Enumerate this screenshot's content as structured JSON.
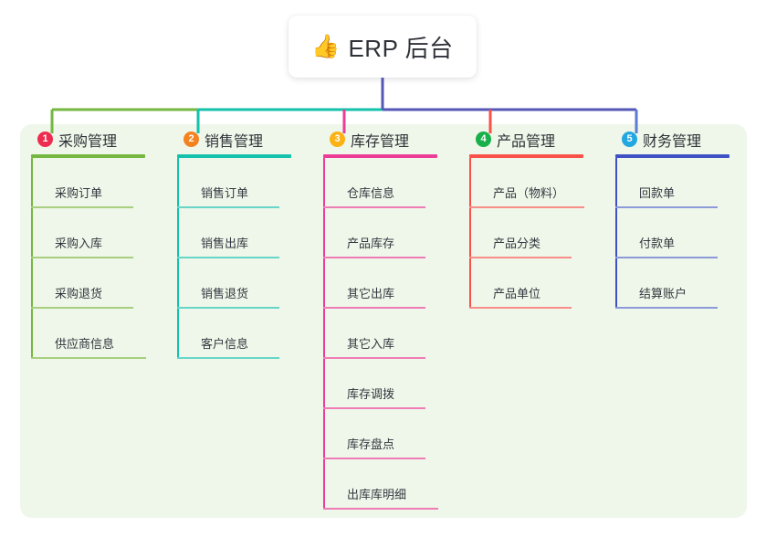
{
  "root": {
    "icon": "thumbs-up-icon",
    "emoji": "👍",
    "title": "ERP 后台"
  },
  "colors": {
    "canvas_bg": "#ffffff",
    "panel_bg": "#eef7e9",
    "text": "#2f3238",
    "root_connector": "#5457b6",
    "bus_green": "#76b742",
    "bus_teal": "#14c2ab",
    "bus_blue": "#5457b6"
  },
  "chart_data": {
    "type": "diagram",
    "title": "ERP 后台",
    "layout": "top-down tree, 1 root -> 5 category columns"
  },
  "columns": [
    {
      "index": "1",
      "badge_color": "#ed2c4f",
      "line_color": "#76b742",
      "item_line_color": "#a8cf7f",
      "drop_color": "#76b742",
      "title": "采购管理",
      "items": [
        "采购订单",
        "采购入库",
        "采购退货",
        "供应商信息"
      ]
    },
    {
      "index": "2",
      "badge_color": "#f58220",
      "line_color": "#14c2ab",
      "item_line_color": "#67d5c8",
      "drop_color": "#14c2ab",
      "title": "销售管理",
      "items": [
        "销售订单",
        "销售出库",
        "销售退货",
        "客户信息"
      ]
    },
    {
      "index": "3",
      "badge_color": "#fbb215",
      "line_color": "#ec3c96",
      "item_line_color": "#f07cb6",
      "drop_color": "#ec3c96",
      "title": "库存管理",
      "items": [
        "仓库信息",
        "产品库存",
        "其它出库",
        "其它入库",
        "库存调拨",
        "库存盘点",
        "出库库明细"
      ]
    },
    {
      "index": "4",
      "badge_color": "#18b04b",
      "line_color": "#f9504a",
      "item_line_color": "#f98d89",
      "drop_color": "#f9504a",
      "title": "产品管理",
      "items": [
        "产品（物料）",
        "产品分类",
        "产品单位"
      ]
    },
    {
      "index": "5",
      "badge_color": "#23a7e0",
      "line_color": "#3f51c4",
      "item_line_color": "#8c9ada",
      "drop_color": "#5d7bd0",
      "title": "财务管理",
      "items": [
        "回款单",
        "付款单",
        "结算账户"
      ]
    }
  ]
}
